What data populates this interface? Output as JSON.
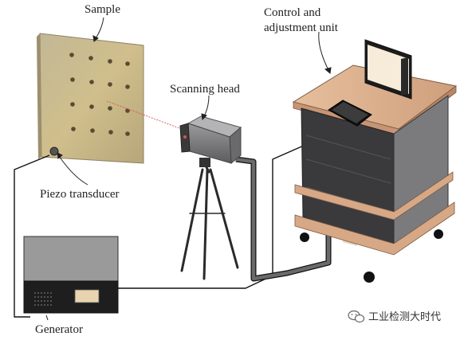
{
  "labels": {
    "sample": "Sample",
    "control_line1": "Control and",
    "control_line2": "adjustment unit",
    "scanning_head": "Scanning head",
    "piezo": "Piezo transducer",
    "generator": "Generator"
  },
  "watermark": {
    "text": "工业检测大时代",
    "icon": "wechat-icon"
  },
  "colors": {
    "sample_panel": "#c9b88a",
    "cabinet_dark": "#3a3a3c",
    "wood": "#d9ad8a",
    "scanner_body": "#7a7a7c",
    "laser": "#e05050",
    "generator_top": "#9a9a9a"
  }
}
